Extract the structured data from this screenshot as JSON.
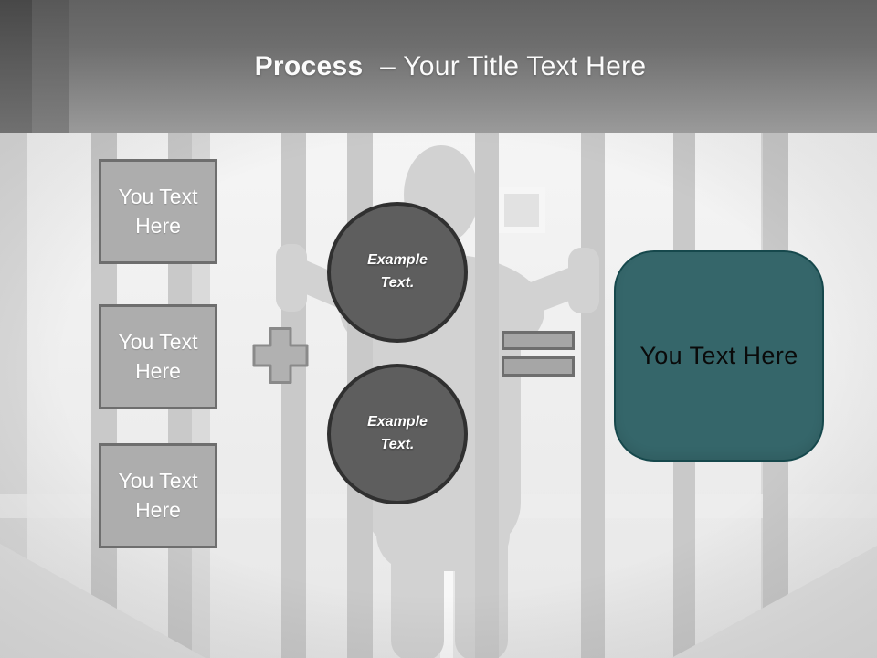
{
  "header": {
    "title_bold": "Process",
    "title_regular": "– Your Title Text Here"
  },
  "diagram": {
    "input_boxes": [
      {
        "label": "You Text Here"
      },
      {
        "label": "You Text Here"
      },
      {
        "label": "You Text Here"
      }
    ],
    "circles": [
      {
        "label": "Example Text."
      },
      {
        "label": "Example Text."
      }
    ],
    "result_box": {
      "label": "You Text Here"
    }
  },
  "icons": {
    "plus": "plus-shape",
    "equals": "equals-shape"
  },
  "colors": {
    "teal_accent": "#35666a",
    "teal_border": "#16484c",
    "circle_fill": "#5e5e5e",
    "circle_border": "#303030",
    "placeholder_fill": "#adadad",
    "placeholder_border": "#6e6e6e",
    "header_gradient_top": "#626262",
    "header_gradient_bottom": "#9a9a9a",
    "background_base": "#dadada",
    "bar_color": "#c9c9c9",
    "silhouette_color": "#d2d2d2"
  }
}
